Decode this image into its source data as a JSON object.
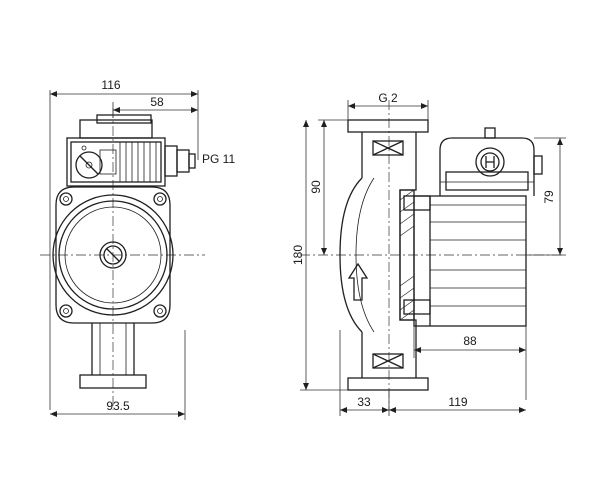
{
  "front_view": {
    "dim_overall_width": "116",
    "dim_half_width": "58",
    "dim_base_width": "93.5",
    "cable_gland": "PG 11"
  },
  "side_view": {
    "dim_thread": "G 2",
    "dim_axis_to_top": "90",
    "dim_total_height": "180",
    "dim_terminal_box": "79",
    "dim_motor_length": "88",
    "dim_flange_half": "33",
    "dim_motor_total": "119"
  }
}
